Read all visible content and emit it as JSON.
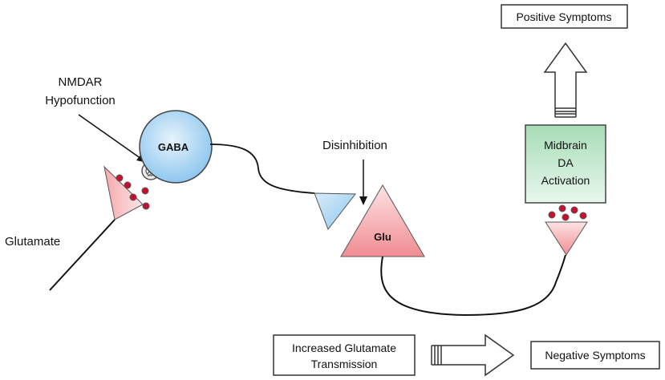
{
  "labels": {
    "nmdar_line1": "NMDAR",
    "nmdar_line2": "Hypofunction",
    "gaba": "GABA",
    "glutamate": "Glutamate",
    "disinhibition": "Disinhibition",
    "glu": "Glu",
    "midbrain_line1": "Midbrain",
    "midbrain_line2": "DA",
    "midbrain_line3": "Activation",
    "positive_symptoms": "Positive Symptoms",
    "increased_line1": "Increased Glutamate",
    "increased_line2": "Transmission",
    "negative_symptoms": "Negative Symptoms"
  },
  "colors": {
    "gaba_blue": "#a9d4f3",
    "glu_red": "#f19a9e",
    "midbrain_green": "#a6dcb6",
    "vesicle_red": "#c8102e",
    "line": "#111111"
  }
}
